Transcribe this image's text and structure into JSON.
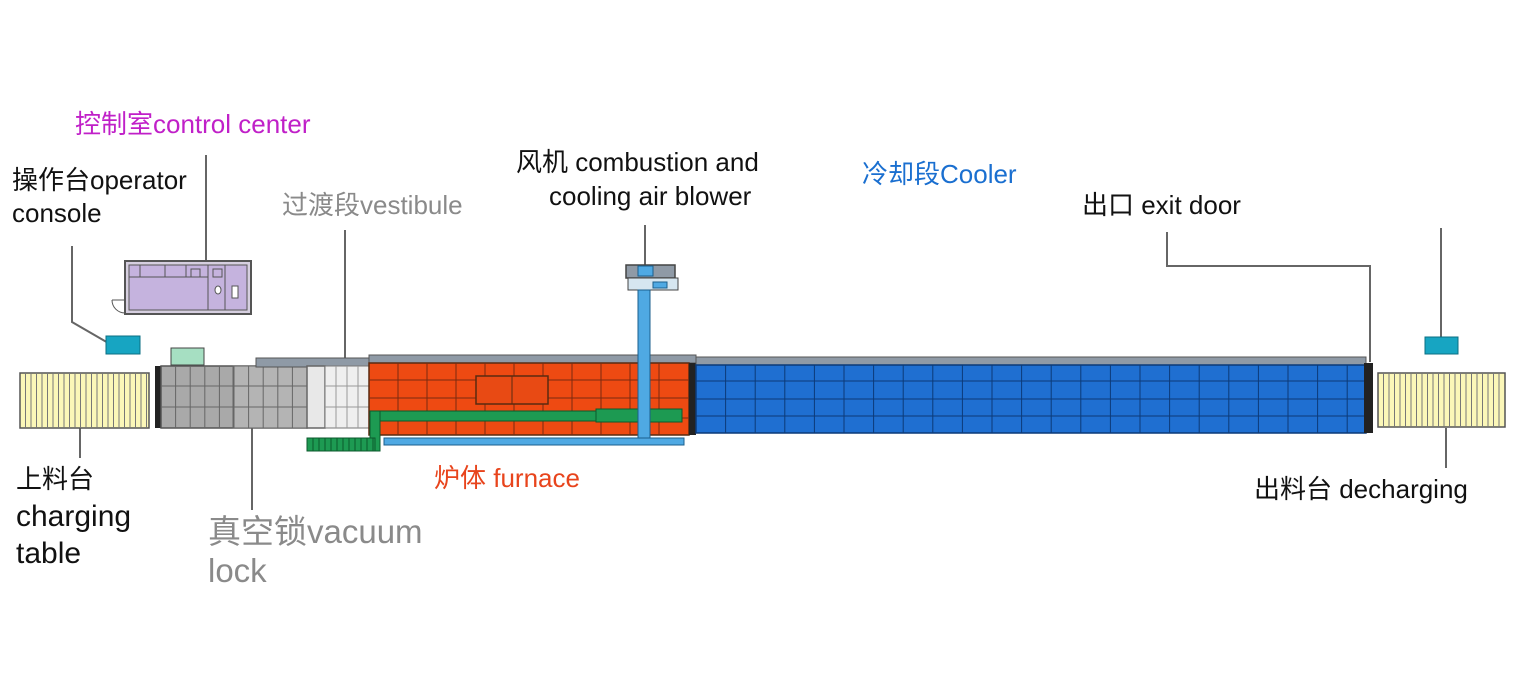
{
  "labels": {
    "control_center": "控制室control center",
    "operator_console_1": "操作台operator",
    "operator_console_2": "console",
    "vestibule": "过渡段vestibule",
    "blower_1": "风机  combustion and",
    "blower_2": "cooling air blower",
    "cooler": "冷却段Cooler",
    "exit_door": "出口  exit door",
    "charging_table_1": "上料台",
    "charging_table_2": "charging",
    "charging_table_3": "table",
    "vacuum_lock_1": "真空锁vacuum",
    "vacuum_lock_2": "lock",
    "furnace": "炉体  furnace",
    "decharging": "出料台 decharging"
  },
  "colors": {
    "control_center": "#c020c8",
    "vestibule": "#8a8a8a",
    "vacuum_lock": "#8a8a8a",
    "cooler": "#1a6fd0",
    "furnace": "#e8441c",
    "text": "#111111",
    "leader_line": "#666666",
    "cooler_fill": "#1f6fd1",
    "furnace_fill": "#ee4a12",
    "roller_fill": "#fbf7b8",
    "vacuum_fill": "#a9a9a9",
    "console_fill": "#17a5c2",
    "pipe_blue": "#4fa9e3",
    "pipe_green": "#1d9a52",
    "control_room_fill": "#c5b3de"
  }
}
